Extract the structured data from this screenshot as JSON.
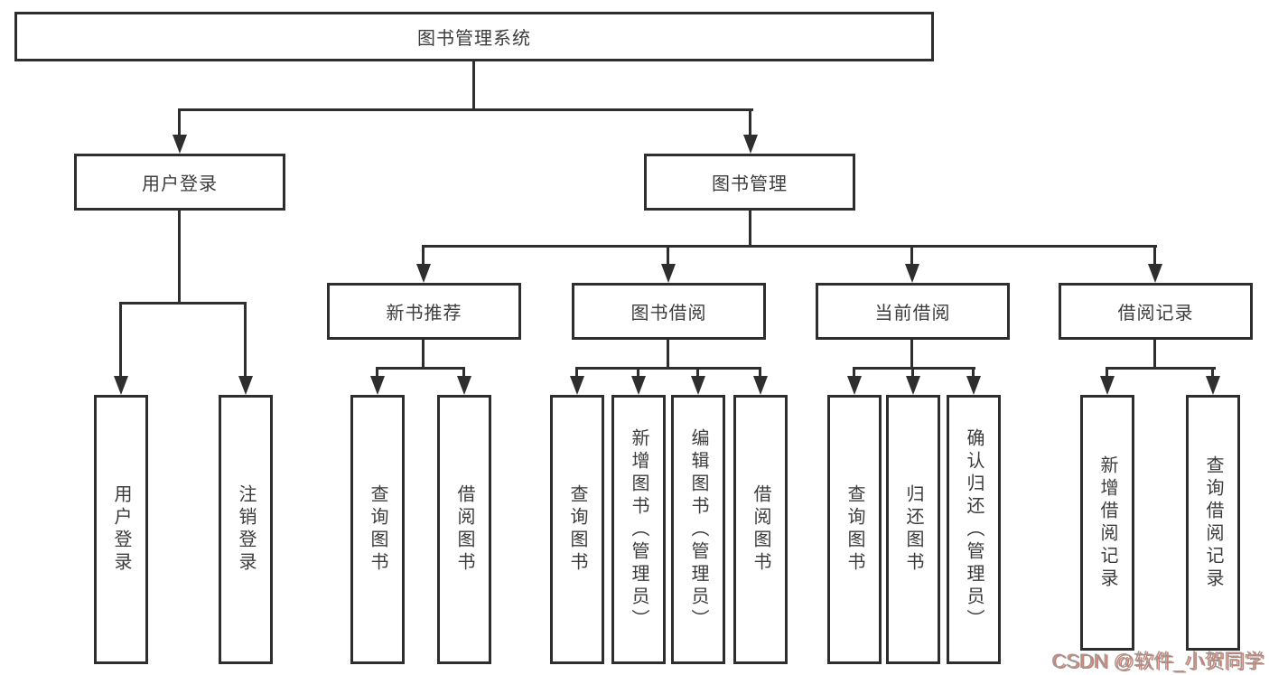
{
  "diagram": {
    "root": {
      "label": "图书管理系统",
      "children": [
        {
          "label": "用户登录",
          "children": [
            {
              "label": "用户登录"
            },
            {
              "label": "注销登录"
            }
          ]
        },
        {
          "label": "图书管理",
          "children": [
            {
              "label": "新书推荐",
              "children": [
                {
                  "label": "查询图书"
                },
                {
                  "label": "借阅图书"
                }
              ]
            },
            {
              "label": "图书借阅",
              "children": [
                {
                  "label": "查询图书"
                },
                {
                  "label": "新增图书（管理员）"
                },
                {
                  "label": "编辑图书（管理员）"
                },
                {
                  "label": "借阅图书"
                }
              ]
            },
            {
              "label": "当前借阅",
              "children": [
                {
                  "label": "查询图书"
                },
                {
                  "label": "归还图书"
                },
                {
                  "label": "确认归还（管理员）"
                }
              ]
            },
            {
              "label": "借阅记录",
              "children": [
                {
                  "label": "新增借阅记录"
                },
                {
                  "label": "查询借阅记录"
                }
              ]
            }
          ]
        }
      ]
    }
  },
  "watermark": {
    "text": "CSDN @软件_小贺同学"
  },
  "colors": {
    "line": "#2e2e2e",
    "box_border": "#2e2e2e",
    "text": "#3c3c3c",
    "background": "#ffffff",
    "watermark_text": "#9b9b9b",
    "watermark_shadow": "#d67864"
  }
}
